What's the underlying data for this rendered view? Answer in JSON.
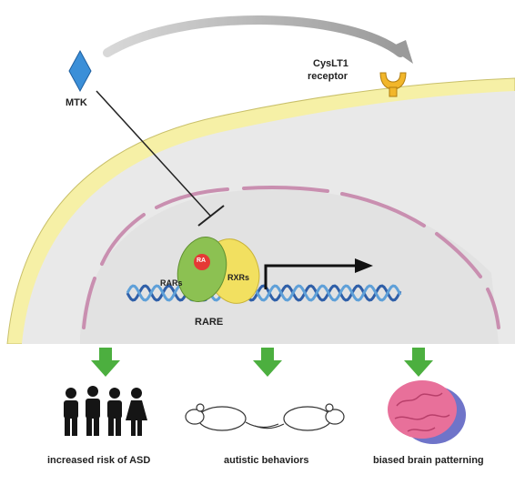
{
  "labels": {
    "drug": "MTK",
    "receptor": [
      "CysLT1",
      "receptor"
    ],
    "rar": "RARs",
    "rxr": "RXRs",
    "ra": "RA",
    "element": "RARE"
  },
  "outcomes": [
    {
      "label": "increased risk of ASD",
      "icon": "people-icon"
    },
    {
      "label": "autistic behaviors",
      "icon": "mice-icon"
    },
    {
      "label": "biased brain patterning",
      "icon": "brain-icon"
    }
  ],
  "colors": {
    "drug": "#3b8fd8",
    "receptor": "#f2b62a",
    "membrane": "#f6f0a6",
    "cytoplasm": "#e9e9e9",
    "nuclear_envelope": "#c98fb0",
    "rar": "#8cc152",
    "rxr": "#f2e060",
    "ra": "#e53935",
    "dna": "#2f5fa8",
    "arrow_down": "#4caf3f",
    "brain": "#e8709a"
  }
}
